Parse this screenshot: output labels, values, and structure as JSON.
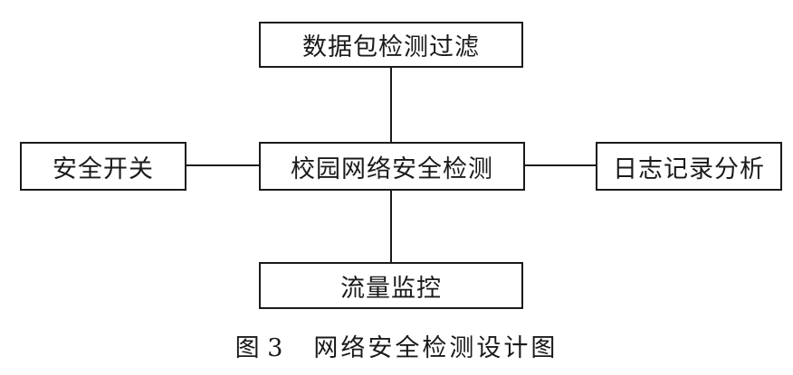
{
  "diagram": {
    "top_box": "数据包检测过滤",
    "center_box": "校园网络安全检测",
    "left_box": "安全开关",
    "right_box": "日志记录分析",
    "bottom_box": "流量监控"
  },
  "caption": {
    "number": "图 3",
    "title": "网络安全检测设计图"
  }
}
